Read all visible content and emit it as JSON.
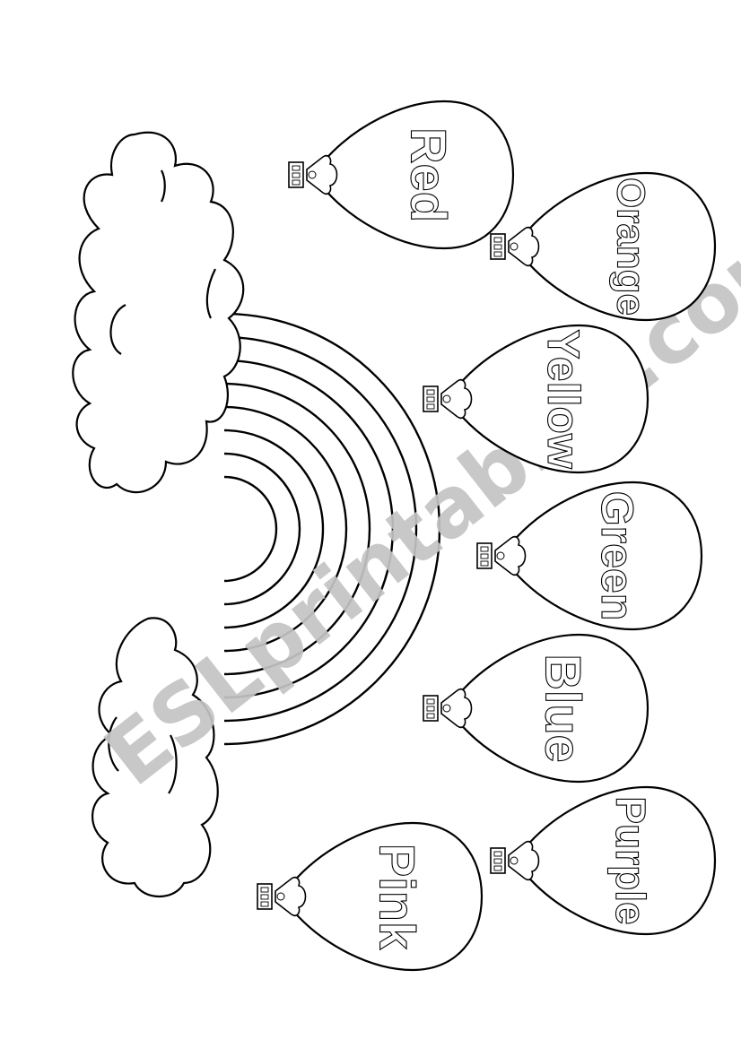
{
  "worksheet": {
    "title": "Rainbow colors balloons",
    "watermark": "ESLprintables.com",
    "balloons": [
      {
        "label": "Red"
      },
      {
        "label": "Orange"
      },
      {
        "label": "Yellow"
      },
      {
        "label": "Green"
      },
      {
        "label": "Blue"
      },
      {
        "label": "Purple"
      },
      {
        "label": "Pink"
      }
    ],
    "rainbow_bands": 7,
    "colors": {
      "ink": "#000000",
      "paper": "#ffffff",
      "watermark": "#c4c4c4"
    }
  }
}
